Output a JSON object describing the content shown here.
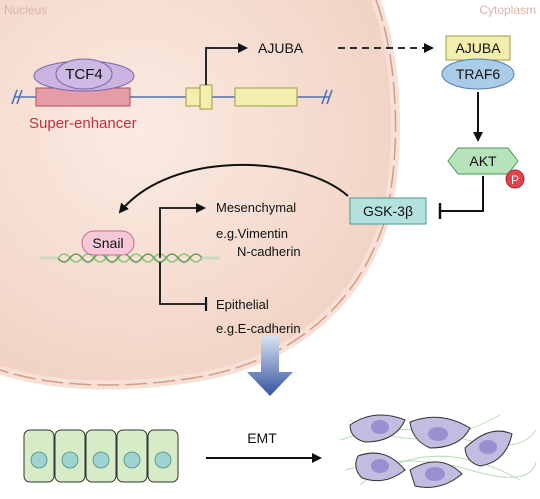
{
  "regions": {
    "nucleus": "Nucleus",
    "cytoplasm": "Cytoplasm"
  },
  "genome": {
    "tcf4": "TCF4",
    "super_enhancer": "Super-enhancer",
    "ajuba_gene": "AJUBA"
  },
  "proteins": {
    "ajuba": "AJUBA",
    "traf6": "TRAF6",
    "akt": "AKT",
    "phospho": "P",
    "gsk3b": "GSK-3β",
    "snail": "Snail"
  },
  "targets": {
    "mesenchymal": "Mesenchymal",
    "mesenchymal_eg1": "e.g.Vimentin",
    "mesenchymal_eg2": "N-cadherin",
    "epithelial": "Epithelial",
    "epithelial_eg": "e.g.E-cadherin"
  },
  "transition": {
    "emt": "EMT"
  },
  "colors": {
    "nucleus_fill": "#f4d9cc",
    "tcf4_fill": "#c9b3e0",
    "enhancer_fill": "#e69ca6",
    "enhancer_text": "#c0313f",
    "gene_fill": "#f1eeae",
    "traf6_fill": "#a9cde8",
    "akt_fill": "#b6e3b9",
    "phospho_fill": "#e0424f",
    "gsk3b_fill": "#b4e3df",
    "snail_fill": "#f6c8d8",
    "epithelial_fill": "#d6ecc6",
    "nuclear_dot": "#9fd3cf",
    "mesenchymal_fill": "#c0bde0",
    "mesenchymal_nucleus": "#9a8fd0",
    "emt_arrow": "#3b5ba8"
  }
}
